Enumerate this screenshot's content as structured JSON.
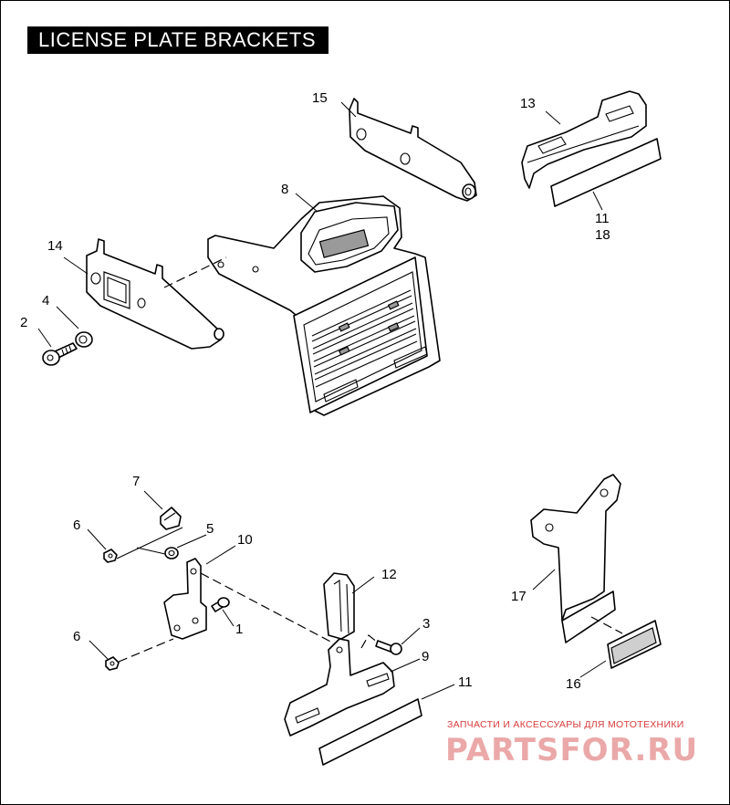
{
  "title": "LICENSE PLATE BRACKETS",
  "labels": {
    "p1": "1",
    "p2": "2",
    "p3": "3",
    "p4": "4",
    "p5": "5",
    "p6a": "6",
    "p6b": "6",
    "p7": "7",
    "p8": "8",
    "p9": "9",
    "p10": "10",
    "p11a": "11",
    "p11b": "11",
    "p12": "12",
    "p13": "13",
    "p14": "14",
    "p15": "15",
    "p16": "16",
    "p17": "17",
    "p18": "18"
  },
  "watermark": {
    "caption": "ЗАПЧАСТИ И АКСЕССУАРЫ ДЛЯ МОТОТЕХНИКИ",
    "logo": "PARTSFOR.RU"
  }
}
